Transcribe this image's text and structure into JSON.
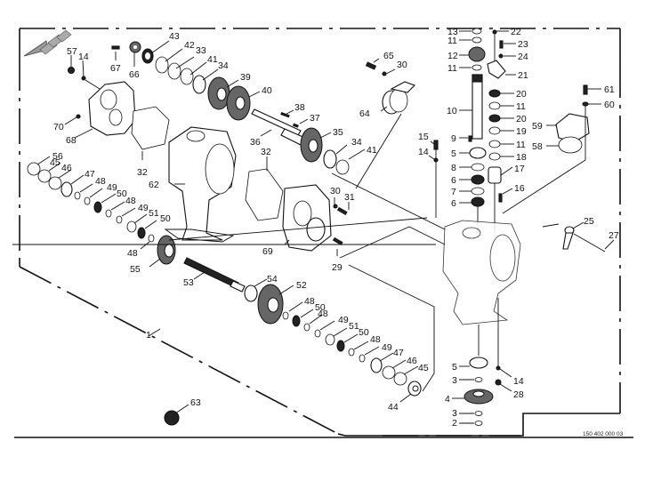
{
  "diagram": {
    "title": "Exploded parts diagram — gearbox assembly",
    "reference_number": "150 402 000 03",
    "direction_arrow": "arrow-left-down-icon",
    "callouts": [
      {
        "id": "c1",
        "label": "1"
      },
      {
        "id": "c2",
        "label": "2"
      },
      {
        "id": "c3a",
        "label": "3"
      },
      {
        "id": "c3b",
        "label": "3"
      },
      {
        "id": "c4",
        "label": "4"
      },
      {
        "id": "c5a",
        "label": "5"
      },
      {
        "id": "c5b",
        "label": "5"
      },
      {
        "id": "c6a",
        "label": "6"
      },
      {
        "id": "c6b",
        "label": "6"
      },
      {
        "id": "c7",
        "label": "7"
      },
      {
        "id": "c8",
        "label": "8"
      },
      {
        "id": "c9",
        "label": "9"
      },
      {
        "id": "c10",
        "label": "10"
      },
      {
        "id": "c11a",
        "label": "11"
      },
      {
        "id": "c11b",
        "label": "11"
      },
      {
        "id": "c11c",
        "label": "11"
      },
      {
        "id": "c11d",
        "label": "11"
      },
      {
        "id": "c12",
        "label": "12"
      },
      {
        "id": "c13",
        "label": "13"
      },
      {
        "id": "c14a",
        "label": "14"
      },
      {
        "id": "c14b",
        "label": "14"
      },
      {
        "id": "c14c",
        "label": "14"
      },
      {
        "id": "c15",
        "label": "15"
      },
      {
        "id": "c16",
        "label": "16"
      },
      {
        "id": "c17",
        "label": "17"
      },
      {
        "id": "c18",
        "label": "18"
      },
      {
        "id": "c19",
        "label": "19"
      },
      {
        "id": "c20a",
        "label": "20"
      },
      {
        "id": "c20b",
        "label": "20"
      },
      {
        "id": "c21",
        "label": "21"
      },
      {
        "id": "c22",
        "label": "22"
      },
      {
        "id": "c23",
        "label": "23"
      },
      {
        "id": "c24",
        "label": "24"
      },
      {
        "id": "c25",
        "label": "25"
      },
      {
        "id": "c27",
        "label": "27"
      },
      {
        "id": "c28",
        "label": "28"
      },
      {
        "id": "c29",
        "label": "29"
      },
      {
        "id": "c30a",
        "label": "30"
      },
      {
        "id": "c30b",
        "label": "30"
      },
      {
        "id": "c31",
        "label": "31"
      },
      {
        "id": "c32a",
        "label": "32"
      },
      {
        "id": "c32b",
        "label": "32"
      },
      {
        "id": "c33",
        "label": "33"
      },
      {
        "id": "c34a",
        "label": "34"
      },
      {
        "id": "c34b",
        "label": "34"
      },
      {
        "id": "c35",
        "label": "35"
      },
      {
        "id": "c36",
        "label": "36"
      },
      {
        "id": "c37",
        "label": "37"
      },
      {
        "id": "c38",
        "label": "38"
      },
      {
        "id": "c39",
        "label": "39"
      },
      {
        "id": "c40",
        "label": "40"
      },
      {
        "id": "c41a",
        "label": "41"
      },
      {
        "id": "c41b",
        "label": "41"
      },
      {
        "id": "c42",
        "label": "42"
      },
      {
        "id": "c43",
        "label": "43"
      },
      {
        "id": "c44",
        "label": "44"
      },
      {
        "id": "c45a",
        "label": "45"
      },
      {
        "id": "c45b",
        "label": "45"
      },
      {
        "id": "c46a",
        "label": "46"
      },
      {
        "id": "c46b",
        "label": "46"
      },
      {
        "id": "c47a",
        "label": "47"
      },
      {
        "id": "c47b",
        "label": "47"
      },
      {
        "id": "c48a",
        "label": "48"
      },
      {
        "id": "c48b",
        "label": "48"
      },
      {
        "id": "c48c",
        "label": "48"
      },
      {
        "id": "c48d",
        "label": "48"
      },
      {
        "id": "c48e",
        "label": "48"
      },
      {
        "id": "c48f",
        "label": "48"
      },
      {
        "id": "c49a",
        "label": "49"
      },
      {
        "id": "c49b",
        "label": "49"
      },
      {
        "id": "c49c",
        "label": "49"
      },
      {
        "id": "c49d",
        "label": "49"
      },
      {
        "id": "c50a",
        "label": "50"
      },
      {
        "id": "c50b",
        "label": "50"
      },
      {
        "id": "c50c",
        "label": "50"
      },
      {
        "id": "c50d",
        "label": "50"
      },
      {
        "id": "c51a",
        "label": "51"
      },
      {
        "id": "c51b",
        "label": "51"
      },
      {
        "id": "c52",
        "label": "52"
      },
      {
        "id": "c53",
        "label": "53"
      },
      {
        "id": "c54",
        "label": "54"
      },
      {
        "id": "c55",
        "label": "55"
      },
      {
        "id": "c56",
        "label": "56"
      },
      {
        "id": "c57",
        "label": "57"
      },
      {
        "id": "c58",
        "label": "58"
      },
      {
        "id": "c59",
        "label": "59"
      },
      {
        "id": "c60",
        "label": "60"
      },
      {
        "id": "c61",
        "label": "61"
      },
      {
        "id": "c62",
        "label": "62"
      },
      {
        "id": "c63",
        "label": "63"
      },
      {
        "id": "c64",
        "label": "64"
      },
      {
        "id": "c65",
        "label": "65"
      },
      {
        "id": "c66",
        "label": "66"
      },
      {
        "id": "c67",
        "label": "67"
      },
      {
        "id": "c68",
        "label": "68"
      },
      {
        "id": "c69",
        "label": "69"
      },
      {
        "id": "c70",
        "label": "70"
      }
    ]
  }
}
